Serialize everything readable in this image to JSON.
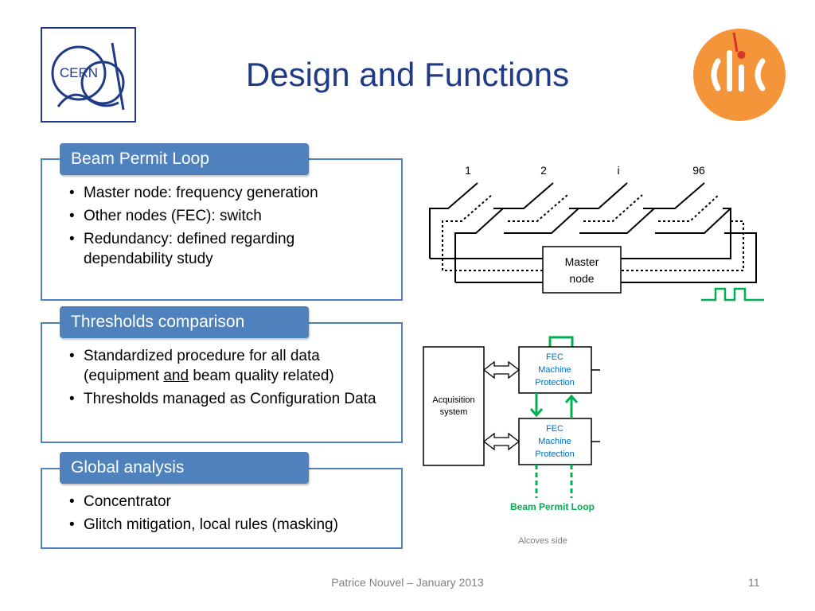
{
  "slide": {
    "title": "Design and Functions",
    "logos": {
      "left": "CERN",
      "right": "CLIC"
    }
  },
  "sections": [
    {
      "heading": "Beam Permit Loop",
      "bullets": [
        "Master node: frequency generation",
        "Other nodes (FEC): switch",
        "Redundancy: defined regarding dependability study"
      ]
    },
    {
      "heading": "Thresholds comparison",
      "bullets": [
        {
          "before": "Standardized procedure for all data (equipment ",
          "underlined": "and",
          "after": " beam quality related)"
        },
        "Thresholds managed as Configuration Data"
      ]
    },
    {
      "heading": "Global analysis",
      "bullets": [
        "Concentrator",
        "Glitch mitigation, local rules (masking)"
      ]
    }
  ],
  "loop_diagram": {
    "node_labels": [
      "1",
      "2",
      "i",
      "96"
    ],
    "master_node": {
      "line1": "Master",
      "line2": "node"
    },
    "signal_color": "#00b050"
  },
  "acquisition_diagram": {
    "acquisition": {
      "line1": "Acquisition",
      "line2": "system"
    },
    "fec_top": {
      "line1": "FEC",
      "line2": "Machine",
      "line3": "Protection"
    },
    "fec_bottom": {
      "line1": "FEC",
      "line2": "Machine",
      "line3": "Protection"
    },
    "loop_label": "Beam Permit Loop",
    "caption": "Alcoves side",
    "fec_text_color": "#0070c0",
    "loop_color": "#00b050"
  },
  "footer": {
    "author": "Patrice Nouvel – January 2013",
    "page": "11"
  },
  "colors": {
    "title": "#1f3b87",
    "accent": "#4f81bd",
    "logo_cern": "#1f3b87",
    "logo_clic": "#f4953a"
  }
}
